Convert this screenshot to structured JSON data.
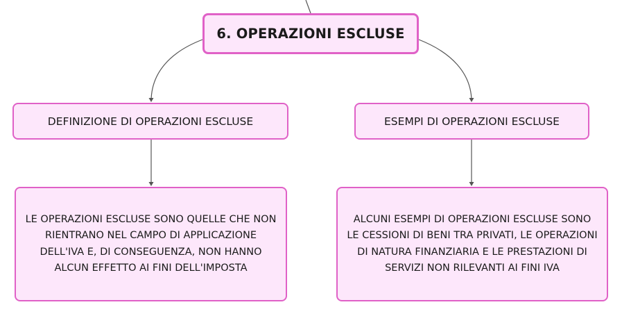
{
  "diagram": {
    "root": {
      "label": "6. OPERAZIONI ESCLUSE"
    },
    "definition": {
      "label": "DEFINIZIONE DI OPERAZIONI ESCLUSE",
      "text": "LE OPERAZIONI ESCLUSE SONO QUELLE CHE NON RIENTRANO NEL CAMPO DI APPLICAZIONE DELL'IVA E, DI CONSEGUENZA, NON HANNO ALCUN EFFETTO AI FINI DELL'IMPOSTA"
    },
    "examples": {
      "label": "ESEMPI DI OPERAZIONI ESCLUSE",
      "text": "ALCUNI ESEMPI DI OPERAZIONI ESCLUSE SONO LE CESSIONI DI BENI TRA PRIVATI, LE OPERAZIONI DI NATURA FINANZIARIA E LE PRESTAZIONI DI SERVIZI NON RILEVANTI AI FINI IVA"
    }
  },
  "colors": {
    "node_fill": "#fde7fb",
    "node_border": "#e061c7",
    "connector": "#555555"
  }
}
